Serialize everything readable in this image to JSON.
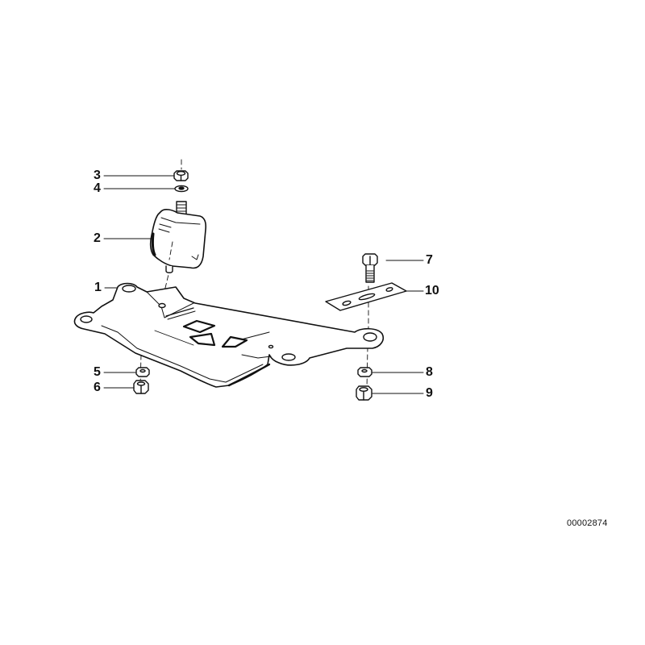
{
  "diagram": {
    "title": "Transmission mount / crossmember exploded view",
    "document_number": "00002874",
    "stroke_color": "#111111",
    "background": "#ffffff"
  },
  "callouts": [
    {
      "number": "1",
      "part": "crossmember"
    },
    {
      "number": "2",
      "part": "rubber-mount"
    },
    {
      "number": "3",
      "part": "hex-nut-top"
    },
    {
      "number": "4",
      "part": "washer-top"
    },
    {
      "number": "5",
      "part": "washer-bottom-left"
    },
    {
      "number": "6",
      "part": "hex-nut-bottom-left"
    },
    {
      "number": "7",
      "part": "hex-bolt"
    },
    {
      "number": "8",
      "part": "washer-bottom-right"
    },
    {
      "number": "9",
      "part": "hex-nut-bottom-right"
    },
    {
      "number": "10",
      "part": "slotted-plate"
    }
  ]
}
